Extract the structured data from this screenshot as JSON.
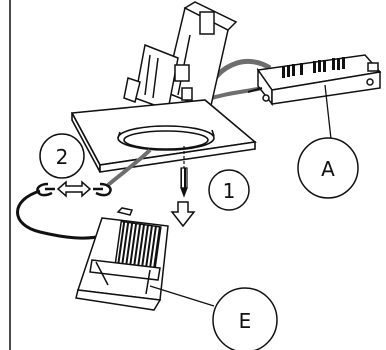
{
  "callouts": {
    "a": "A",
    "e": "E",
    "step1": "1",
    "step2": "2"
  },
  "colors": {
    "line": "#111111",
    "cable": "#6e6e6e",
    "paper": "#ffffff"
  },
  "icons": {
    "insert_arrow": "arrow-down-icon",
    "connector_arrow": "double-arrow-icon"
  }
}
